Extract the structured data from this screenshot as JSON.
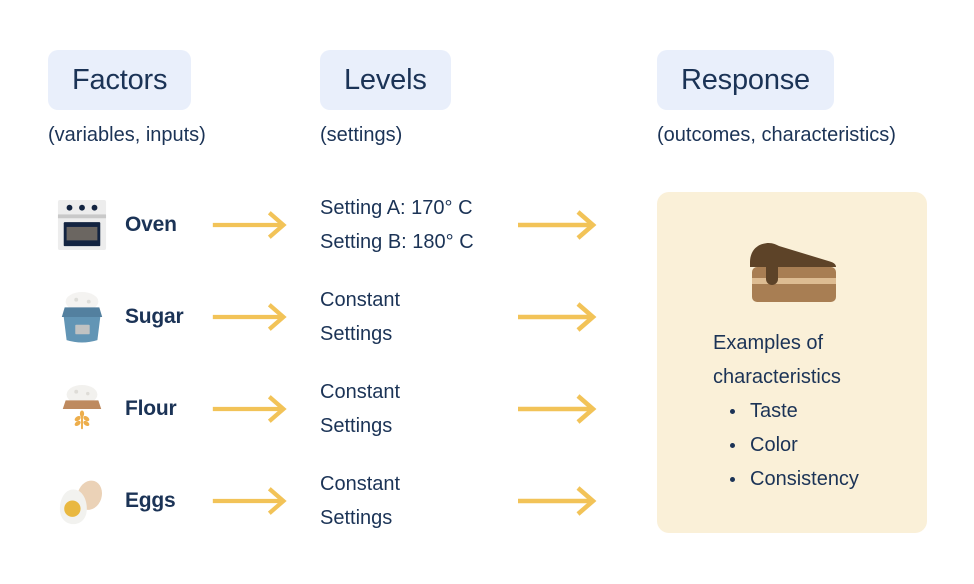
{
  "diagram": {
    "columns": [
      {
        "title": "Factors",
        "subtitle": "(variables, inputs)"
      },
      {
        "title": "Levels",
        "subtitle": "(settings)"
      },
      {
        "title": "Response",
        "subtitle": "(outcomes, characteristics)"
      }
    ]
  },
  "rows": [
    {
      "factor": "Oven",
      "icon": "oven-icon",
      "level_line1": "Setting A: 170° C",
      "level_line2": "Setting B: 180° C"
    },
    {
      "factor": "Sugar",
      "icon": "sugar-icon",
      "level_line1": "Constant",
      "level_line2": "Settings"
    },
    {
      "factor": "Flour",
      "icon": "flour-icon",
      "level_line1": "Constant",
      "level_line2": "Settings"
    },
    {
      "factor": "Eggs",
      "icon": "eggs-icon",
      "level_line1": "Constant",
      "level_line2": "Settings"
    }
  ],
  "response_panel": {
    "icon": "cake-icon",
    "heading_line1": "Examples of",
    "heading_line2": "characteristics",
    "bullets": [
      "Taste",
      "Color",
      "Consistency"
    ]
  },
  "colors": {
    "text_navy": "#1B3356",
    "badge_background": "#E9EFFB",
    "arrow_gold": "#F2C358",
    "panel_background": "#FAF0D8",
    "page_background": "#FFFFFF"
  }
}
